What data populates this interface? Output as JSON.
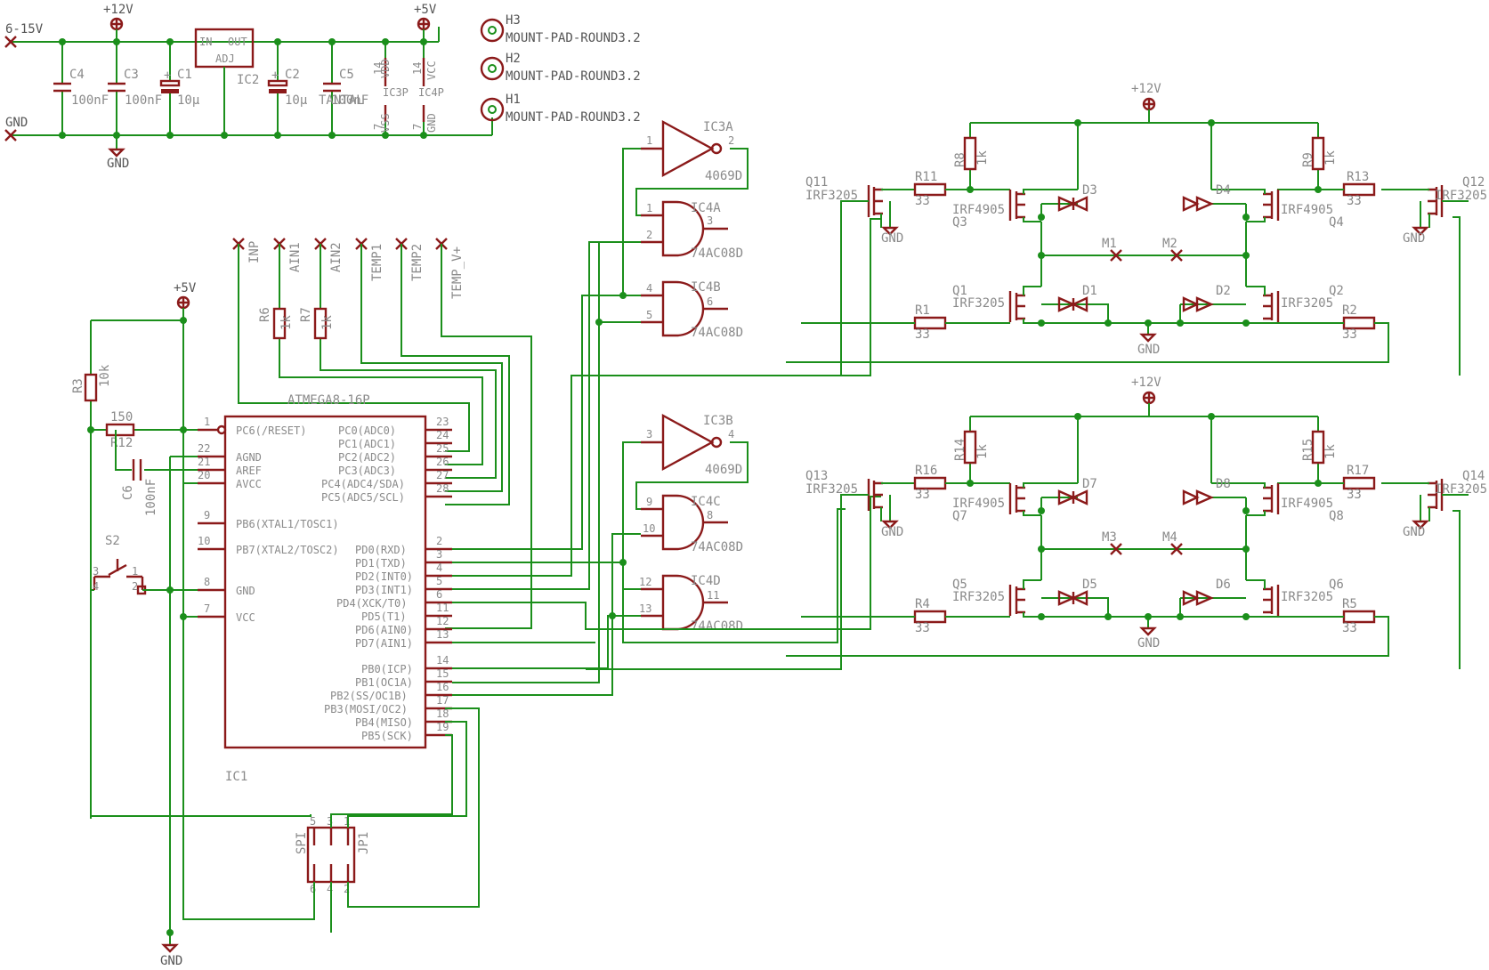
{
  "colors": {
    "wire": "#1b8f1b",
    "symbol": "#8b1a1a",
    "text": "#8a8a8a",
    "background": "#ffffff"
  },
  "power": {
    "input_label": "6-15V",
    "gnd_label": "GND",
    "vcc12": "+12V",
    "vcc5": "+5V",
    "c4": {
      "name": "C4",
      "value": "100nF"
    },
    "c3": {
      "name": "C3",
      "value": "100nF"
    },
    "c1": {
      "name": "C1",
      "value": "10µ"
    },
    "c2": {
      "name": "C2",
      "value": "10µ"
    },
    "c5": {
      "name": "C5",
      "value": "100nF",
      "value2": "TANTAL"
    },
    "ic2": {
      "name": "IC2",
      "in": "IN",
      "out": "OUT",
      "adj": "ADJ"
    },
    "ic3p": {
      "name": "IC3P",
      "vdd": "VDD",
      "vss": "VSS",
      "p14": "14",
      "p7": "7"
    },
    "ic4p": {
      "name": "IC4P",
      "vcc": "VCC",
      "gnd": "GND",
      "p14": "14",
      "p7": "7"
    }
  },
  "mount_pads": [
    {
      "name": "H3",
      "value": "MOUNT-PAD-ROUND3.2"
    },
    {
      "name": "H2",
      "value": "MOUNT-PAD-ROUND3.2"
    },
    {
      "name": "H1",
      "value": "MOUNT-PAD-ROUND3.2"
    }
  ],
  "connectors": [
    "INP",
    "AIN1",
    "AIN2",
    "TEMP1",
    "TEMP2",
    "TEMP_V+"
  ],
  "r6": {
    "name": "R6",
    "value": "1k"
  },
  "r7": {
    "name": "R7",
    "value": "1k"
  },
  "r3": {
    "name": "R3",
    "value": "10k"
  },
  "r12": {
    "name": "R12",
    "value": "150"
  },
  "c6": {
    "name": "C6",
    "value": "100nF"
  },
  "s2": {
    "name": "S2",
    "p1": "1",
    "p2": "2",
    "p3": "3",
    "p4": "4"
  },
  "ic1": {
    "name": "IC1",
    "part": "ATMEGA8-16P",
    "left_pins": [
      {
        "num": "1",
        "name": "PC6(/RESET)"
      },
      {
        "num": "22",
        "name": "AGND"
      },
      {
        "num": "21",
        "name": "AREF"
      },
      {
        "num": "20",
        "name": "AVCC"
      },
      {
        "num": "9",
        "name": "PB6(XTAL1/TOSC1)"
      },
      {
        "num": "10",
        "name": "PB7(XTAL2/TOSC2)"
      },
      {
        "num": "8",
        "name": "GND"
      },
      {
        "num": "7",
        "name": "VCC"
      }
    ],
    "right_pins": [
      {
        "num": "23",
        "name": "PC0(ADC0)"
      },
      {
        "num": "24",
        "name": "PC1(ADC1)"
      },
      {
        "num": "25",
        "name": "PC2(ADC2)"
      },
      {
        "num": "26",
        "name": "PC3(ADC3)"
      },
      {
        "num": "27",
        "name": "PC4(ADC4/SDA)"
      },
      {
        "num": "28",
        "name": "PC5(ADC5/SCL)"
      },
      {
        "num": "2",
        "name": "PD0(RXD)"
      },
      {
        "num": "3",
        "name": "PD1(TXD)"
      },
      {
        "num": "4",
        "name": "PD2(INT0)"
      },
      {
        "num": "5",
        "name": "PD3(INT1)"
      },
      {
        "num": "6",
        "name": "PD4(XCK/T0)"
      },
      {
        "num": "11",
        "name": "PD5(T1)"
      },
      {
        "num": "12",
        "name": "PD6(AIN0)"
      },
      {
        "num": "13",
        "name": "PD7(AIN1)"
      },
      {
        "num": "14",
        "name": "PB0(ICP)"
      },
      {
        "num": "15",
        "name": "PB1(OC1A)"
      },
      {
        "num": "16",
        "name": "PB2(SS/OC1B)"
      },
      {
        "num": "17",
        "name": "PB3(MOSI/OC2)"
      },
      {
        "num": "18",
        "name": "PB4(MISO)"
      },
      {
        "num": "19",
        "name": "PB5(SCK)"
      }
    ]
  },
  "spi": {
    "name": "SPI",
    "ref": "JP1",
    "top": [
      "5",
      "3",
      "1"
    ],
    "bottom": [
      "6",
      "4",
      "2"
    ]
  },
  "gates": {
    "ic3a": {
      "name": "IC3A",
      "part": "4069D",
      "in": "1",
      "out": "2"
    },
    "ic3b": {
      "name": "IC3B",
      "part": "4069D",
      "in": "3",
      "out": "4"
    },
    "ic4a": {
      "name": "IC4A",
      "part": "74AC08D",
      "a": "1",
      "b": "2",
      "y": "3"
    },
    "ic4b": {
      "name": "IC4B",
      "part": "74AC08D",
      "a": "4",
      "b": "5",
      "y": "6"
    },
    "ic4c": {
      "name": "IC4C",
      "part": "74AC08D",
      "a": "9",
      "b": "10",
      "y": "8"
    },
    "ic4d": {
      "name": "IC4D",
      "part": "74AC08D",
      "a": "12",
      "b": "13",
      "y": "11"
    }
  },
  "bridges": [
    {
      "vcc": "+12V",
      "gnd": "GND",
      "q_tl_drv": {
        "name": "Q11",
        "part": "IRF3205"
      },
      "q_tr_drv": {
        "name": "Q12",
        "part": "IRF3205"
      },
      "r_tl": {
        "name": "R11",
        "value": "33"
      },
      "r_tr": {
        "name": "R13",
        "value": "33"
      },
      "r_bl": {
        "name": "R1",
        "value": "33"
      },
      "r_br": {
        "name": "R2",
        "value": "33"
      },
      "r_pu_l": {
        "name": "R8",
        "value": "1k"
      },
      "r_pu_r": {
        "name": "R9",
        "value": "1k"
      },
      "q_hl": {
        "name": "Q3",
        "part": "IRF4905"
      },
      "q_hr": {
        "name": "Q4",
        "part": "IRF4905"
      },
      "q_ll": {
        "name": "Q1",
        "part": "IRF3205"
      },
      "q_lr": {
        "name": "Q2",
        "part": "IRF3205"
      },
      "d_hl": "D3",
      "d_hr": "D4",
      "d_ll": "D1",
      "d_lr": "D2",
      "m_l": "M1",
      "m_r": "M2"
    },
    {
      "vcc": "+12V",
      "gnd": "GND",
      "q_tl_drv": {
        "name": "Q13",
        "part": "IRF3205"
      },
      "q_tr_drv": {
        "name": "Q14",
        "part": "IRF3205"
      },
      "r_tl": {
        "name": "R16",
        "value": "33"
      },
      "r_tr": {
        "name": "R17",
        "value": "33"
      },
      "r_bl": {
        "name": "R4",
        "value": "33"
      },
      "r_br": {
        "name": "R5",
        "value": "33"
      },
      "r_pu_l": {
        "name": "R14",
        "value": "1k"
      },
      "r_pu_r": {
        "name": "R15",
        "value": "1k"
      },
      "q_hl": {
        "name": "Q7",
        "part": "IRF4905"
      },
      "q_hr": {
        "name": "Q8",
        "part": "IRF4905"
      },
      "q_ll": {
        "name": "Q5",
        "part": "IRF3205"
      },
      "q_lr": {
        "name": "Q6",
        "part": "IRF3205"
      },
      "d_hl": "D7",
      "d_hr": "D8",
      "d_ll": "D5",
      "d_lr": "D6",
      "m_l": "M3",
      "m_r": "M4"
    }
  ]
}
